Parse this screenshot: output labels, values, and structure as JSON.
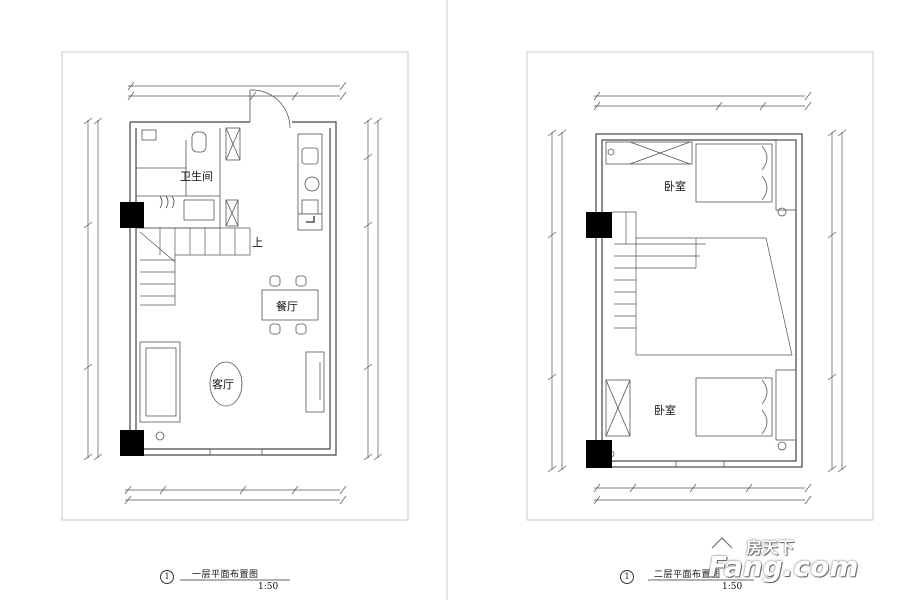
{
  "plan1": {
    "rooms": {
      "bathroom": "卫生间",
      "dining": "餐厅",
      "living": "客厅",
      "up": "上"
    },
    "marker": "1",
    "title": "一层平面布置图",
    "scale": "1:50"
  },
  "plan2": {
    "rooms": {
      "bedroom_top": "卧室",
      "bedroom_bottom": "卧室"
    },
    "marker": "1",
    "title": "二层平面布置图",
    "scale": "1:50"
  },
  "watermark": {
    "cn": "房天下",
    "en": "Fang.com",
    "logo_icon": "house-chevron-icon"
  },
  "colors": {
    "line": "#555555",
    "wall": "#444444",
    "column": "#000000",
    "frame": "#bbbbbb",
    "divider": "#cccccc"
  }
}
